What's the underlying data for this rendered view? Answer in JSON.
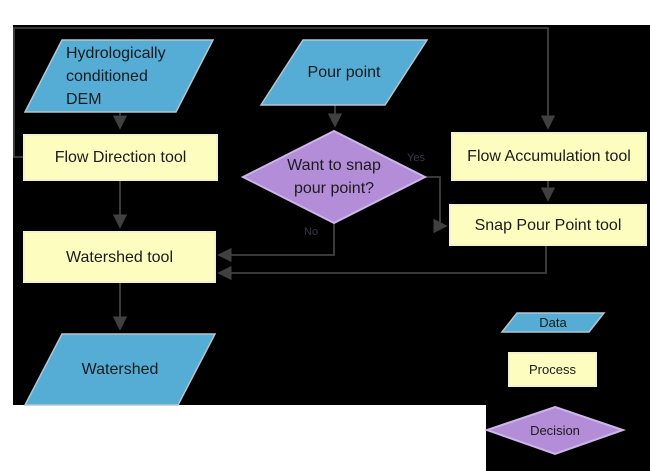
{
  "colors": {
    "page": "#ffffff",
    "background": "#000000",
    "data_fill": "#55ACD5",
    "data_stroke": "#b5c5cd",
    "process_fill": "#FDFDC0",
    "process_stroke": "#f3f3cb",
    "decision_fill": "#B48DD9",
    "decision_stroke": "#cdb6e9",
    "arrow": "#404040",
    "label_text": "#1b1b1b",
    "branch_text": "#3a3a48"
  },
  "nodes": {
    "dem": {
      "label": "Hydrologically conditioned DEM",
      "type": "data"
    },
    "pour_point": {
      "label": "Pour point",
      "type": "data"
    },
    "flow_direction": {
      "label": "Flow Direction tool",
      "type": "process"
    },
    "flow_accumulation": {
      "label": "Flow Accumulation tool",
      "type": "process"
    },
    "snap_pour_point": {
      "label": "Snap Pour Point tool",
      "type": "process"
    },
    "watershed_tool": {
      "label": "Watershed tool",
      "type": "process"
    },
    "watershed": {
      "label": "Watershed",
      "type": "data"
    },
    "decision": {
      "label": "Want to snap pour point?",
      "type": "decision"
    }
  },
  "branches": {
    "yes": "Yes",
    "no": "No"
  },
  "edges": [
    {
      "from": "dem",
      "to": "flow_direction",
      "label": ""
    },
    {
      "from": "flow_direction",
      "to": "watershed_tool",
      "label": ""
    },
    {
      "from": "flow_direction",
      "to": "flow_accumulation",
      "label": ""
    },
    {
      "from": "pour_point",
      "to": "decision",
      "label": ""
    },
    {
      "from": "flow_accumulation",
      "to": "snap_pour_point",
      "label": ""
    },
    {
      "from": "decision",
      "to": "snap_pour_point",
      "label": "Yes"
    },
    {
      "from": "decision",
      "to": "watershed_tool",
      "label": "No"
    },
    {
      "from": "snap_pour_point",
      "to": "watershed_tool",
      "label": ""
    },
    {
      "from": "watershed_tool",
      "to": "watershed",
      "label": ""
    }
  ],
  "legend": {
    "data": "Data",
    "process": "Process",
    "decision": "Decision"
  }
}
